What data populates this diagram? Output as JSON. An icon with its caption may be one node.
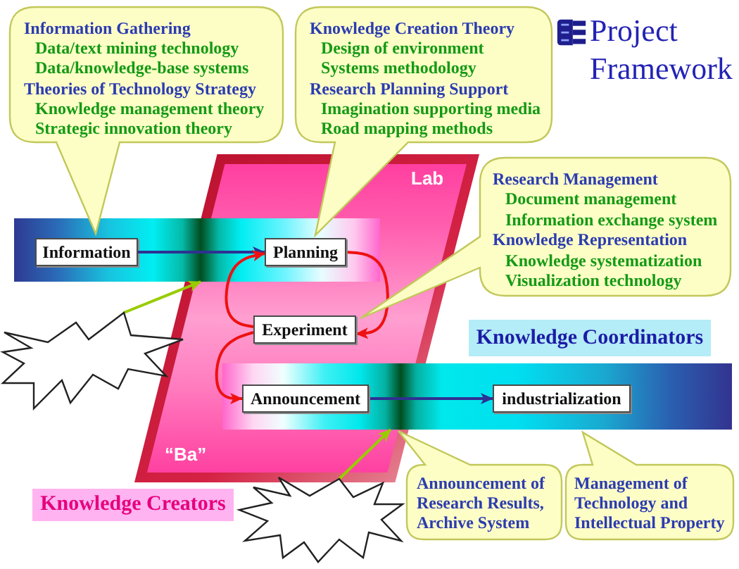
{
  "diagram": {
    "title": "Project Framework",
    "nodes": [
      {
        "text": [
          "Information Gathering",
          "Data/text mining technology",
          "Data/knowledge-base systems",
          "Theories of Technology Strategy",
          "Knowledge management theory",
          "Strategic innovation theory"
        ]
      },
      {
        "text": [
          "Knowledge Creation Theory",
          "Design of environment",
          "Systems methodology",
          "Research Planning Support",
          "Imagination supporting media",
          "Road mapping methods"
        ]
      },
      {
        "text": [
          "Lab",
          "“Ba”"
        ]
      },
      {
        "text": [],
        "shape": "bar"
      },
      {
        "text": [
          "Information"
        ],
        "in": 3
      },
      {
        "text": [
          "Planning"
        ]
      },
      {
        "text": [
          "Research Management",
          "Document management",
          "Information exchange system",
          "Knowledge Representation",
          "Knowledge systematization",
          "Visualization technology"
        ]
      },
      {
        "text": [
          "Experiment"
        ],
        "in": 2
      },
      {
        "text": [
          "Knowledge Coordinators"
        ]
      },
      {
        "text": [],
        "shape": "starburst"
      },
      {
        "text": [],
        "shape": "bar"
      },
      {
        "text": [
          "Announcement"
        ]
      },
      {
        "text": [
          "industrialization"
        ],
        "in": 10
      },
      {
        "text": [],
        "shape": "starburst"
      },
      {
        "text": [
          "Knowledge Creators"
        ]
      },
      {
        "text": [
          "Announcement of Research Results, Archive System"
        ]
      },
      {
        "text": [
          "Management of Technology and Intellectual Property"
        ]
      }
    ],
    "edges": [
      {
        "from": 4,
        "to": 5,
        "arrow": "to",
        "color": "#2e3192"
      },
      {
        "from": 5,
        "to": 7,
        "arrow": "to"
      },
      {
        "from": 7,
        "to": 5,
        "arrow": "to"
      },
      {
        "from": 7,
        "to": 11,
        "arrow": "to"
      },
      {
        "from": 11,
        "to": 12,
        "arrow": "to",
        "color": "#2e3192"
      },
      {
        "from": 9,
        "to": 3,
        "arrow": "to",
        "color": "#99cc00"
      },
      {
        "from": 13,
        "to": 10,
        "arrow": "to",
        "color": "#99cc00"
      }
    ]
  }
}
